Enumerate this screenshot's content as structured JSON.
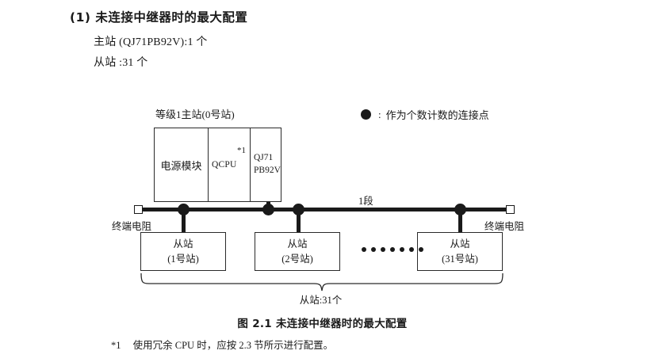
{
  "section": {
    "number": "(1)",
    "title": "未连接中继器时的最大配置",
    "line1": "主站 (QJ71PB92V):1 个",
    "line2": "从站 :31 个"
  },
  "legend": {
    "marker": "filled-circle",
    "colon": ":",
    "text": "作为个数计数的连接点"
  },
  "diagram": {
    "master_label": "等级1主站(0号站)",
    "rack": {
      "power_supply": "电源模块",
      "cpu": "QCPU",
      "cpu_footnote_mark": "*1",
      "network_line1": "QJ71",
      "network_line2": "PB92V"
    },
    "segment_label": "1段",
    "terminator_left": "终端电阻",
    "terminator_right": "终端电阻",
    "slaves": [
      {
        "name": "从站",
        "station": "(1号站)"
      },
      {
        "name": "从站",
        "station": "(2号站)"
      },
      {
        "name": "从站",
        "station": "(31号站)"
      }
    ],
    "ellipsis_dot_count": 7,
    "brace_label": "从站:31个"
  },
  "caption": "图 2.1  未连接中继器时的最大配置",
  "footnote": {
    "mark": "*1",
    "text": "使用冗余 CPU 时，应按 2.3 节所示进行配置。"
  },
  "colors": {
    "ink": "#1a1a1a",
    "line": "#2a2a2a",
    "paper": "#ffffff"
  }
}
